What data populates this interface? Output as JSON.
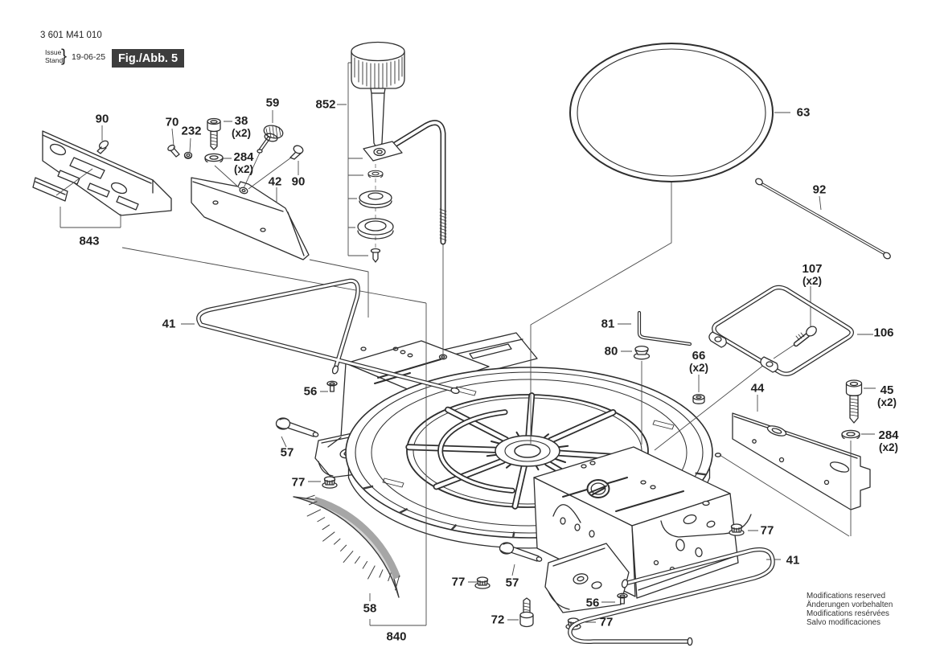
{
  "doc": {
    "part_number": "3 601 M41 010",
    "issue_word": "Issue",
    "stand_word": "Stand",
    "brace": "}",
    "date": "19-06-25",
    "figure_label": "Fig./Abb. 5"
  },
  "colors": {
    "badge_bg": "#3d3d3d",
    "badge_text": "#ffffff",
    "line": "#2e2e2e",
    "label": "#1f1f1f",
    "scale_fill": "#d6d6d6",
    "scale_band": "#a6a6a6"
  },
  "callouts": [
    {
      "label": "852"
    },
    {
      "label": "63"
    },
    {
      "label": "92"
    },
    {
      "label": "90"
    },
    {
      "label": "70"
    },
    {
      "label": "232"
    },
    {
      "label": "38",
      "qty": "(x2)"
    },
    {
      "label": "284",
      "qty": "(x2)"
    },
    {
      "label": "59"
    },
    {
      "label": "42"
    },
    {
      "label": "90"
    },
    {
      "label": "843"
    },
    {
      "label": "41"
    },
    {
      "label": "56"
    },
    {
      "label": "57"
    },
    {
      "label": "77"
    },
    {
      "label": "58"
    },
    {
      "label": "840"
    },
    {
      "label": "77"
    },
    {
      "label": "57"
    },
    {
      "label": "72"
    },
    {
      "label": "56"
    },
    {
      "label": "77"
    },
    {
      "label": "41"
    },
    {
      "label": "77"
    },
    {
      "label": "81"
    },
    {
      "label": "80"
    },
    {
      "label": "66",
      "qty": "(x2)"
    },
    {
      "label": "107",
      "qty": "(x2)"
    },
    {
      "label": "106"
    },
    {
      "label": "44"
    },
    {
      "label": "45",
      "qty": "(x2)"
    },
    {
      "label": "284",
      "qty": "(x2)"
    }
  ],
  "footer": {
    "lines": [
      "Modifications reserved",
      "Änderungen vorbehalten",
      "Modifications resérvées",
      "Salvo modificaciones"
    ]
  }
}
